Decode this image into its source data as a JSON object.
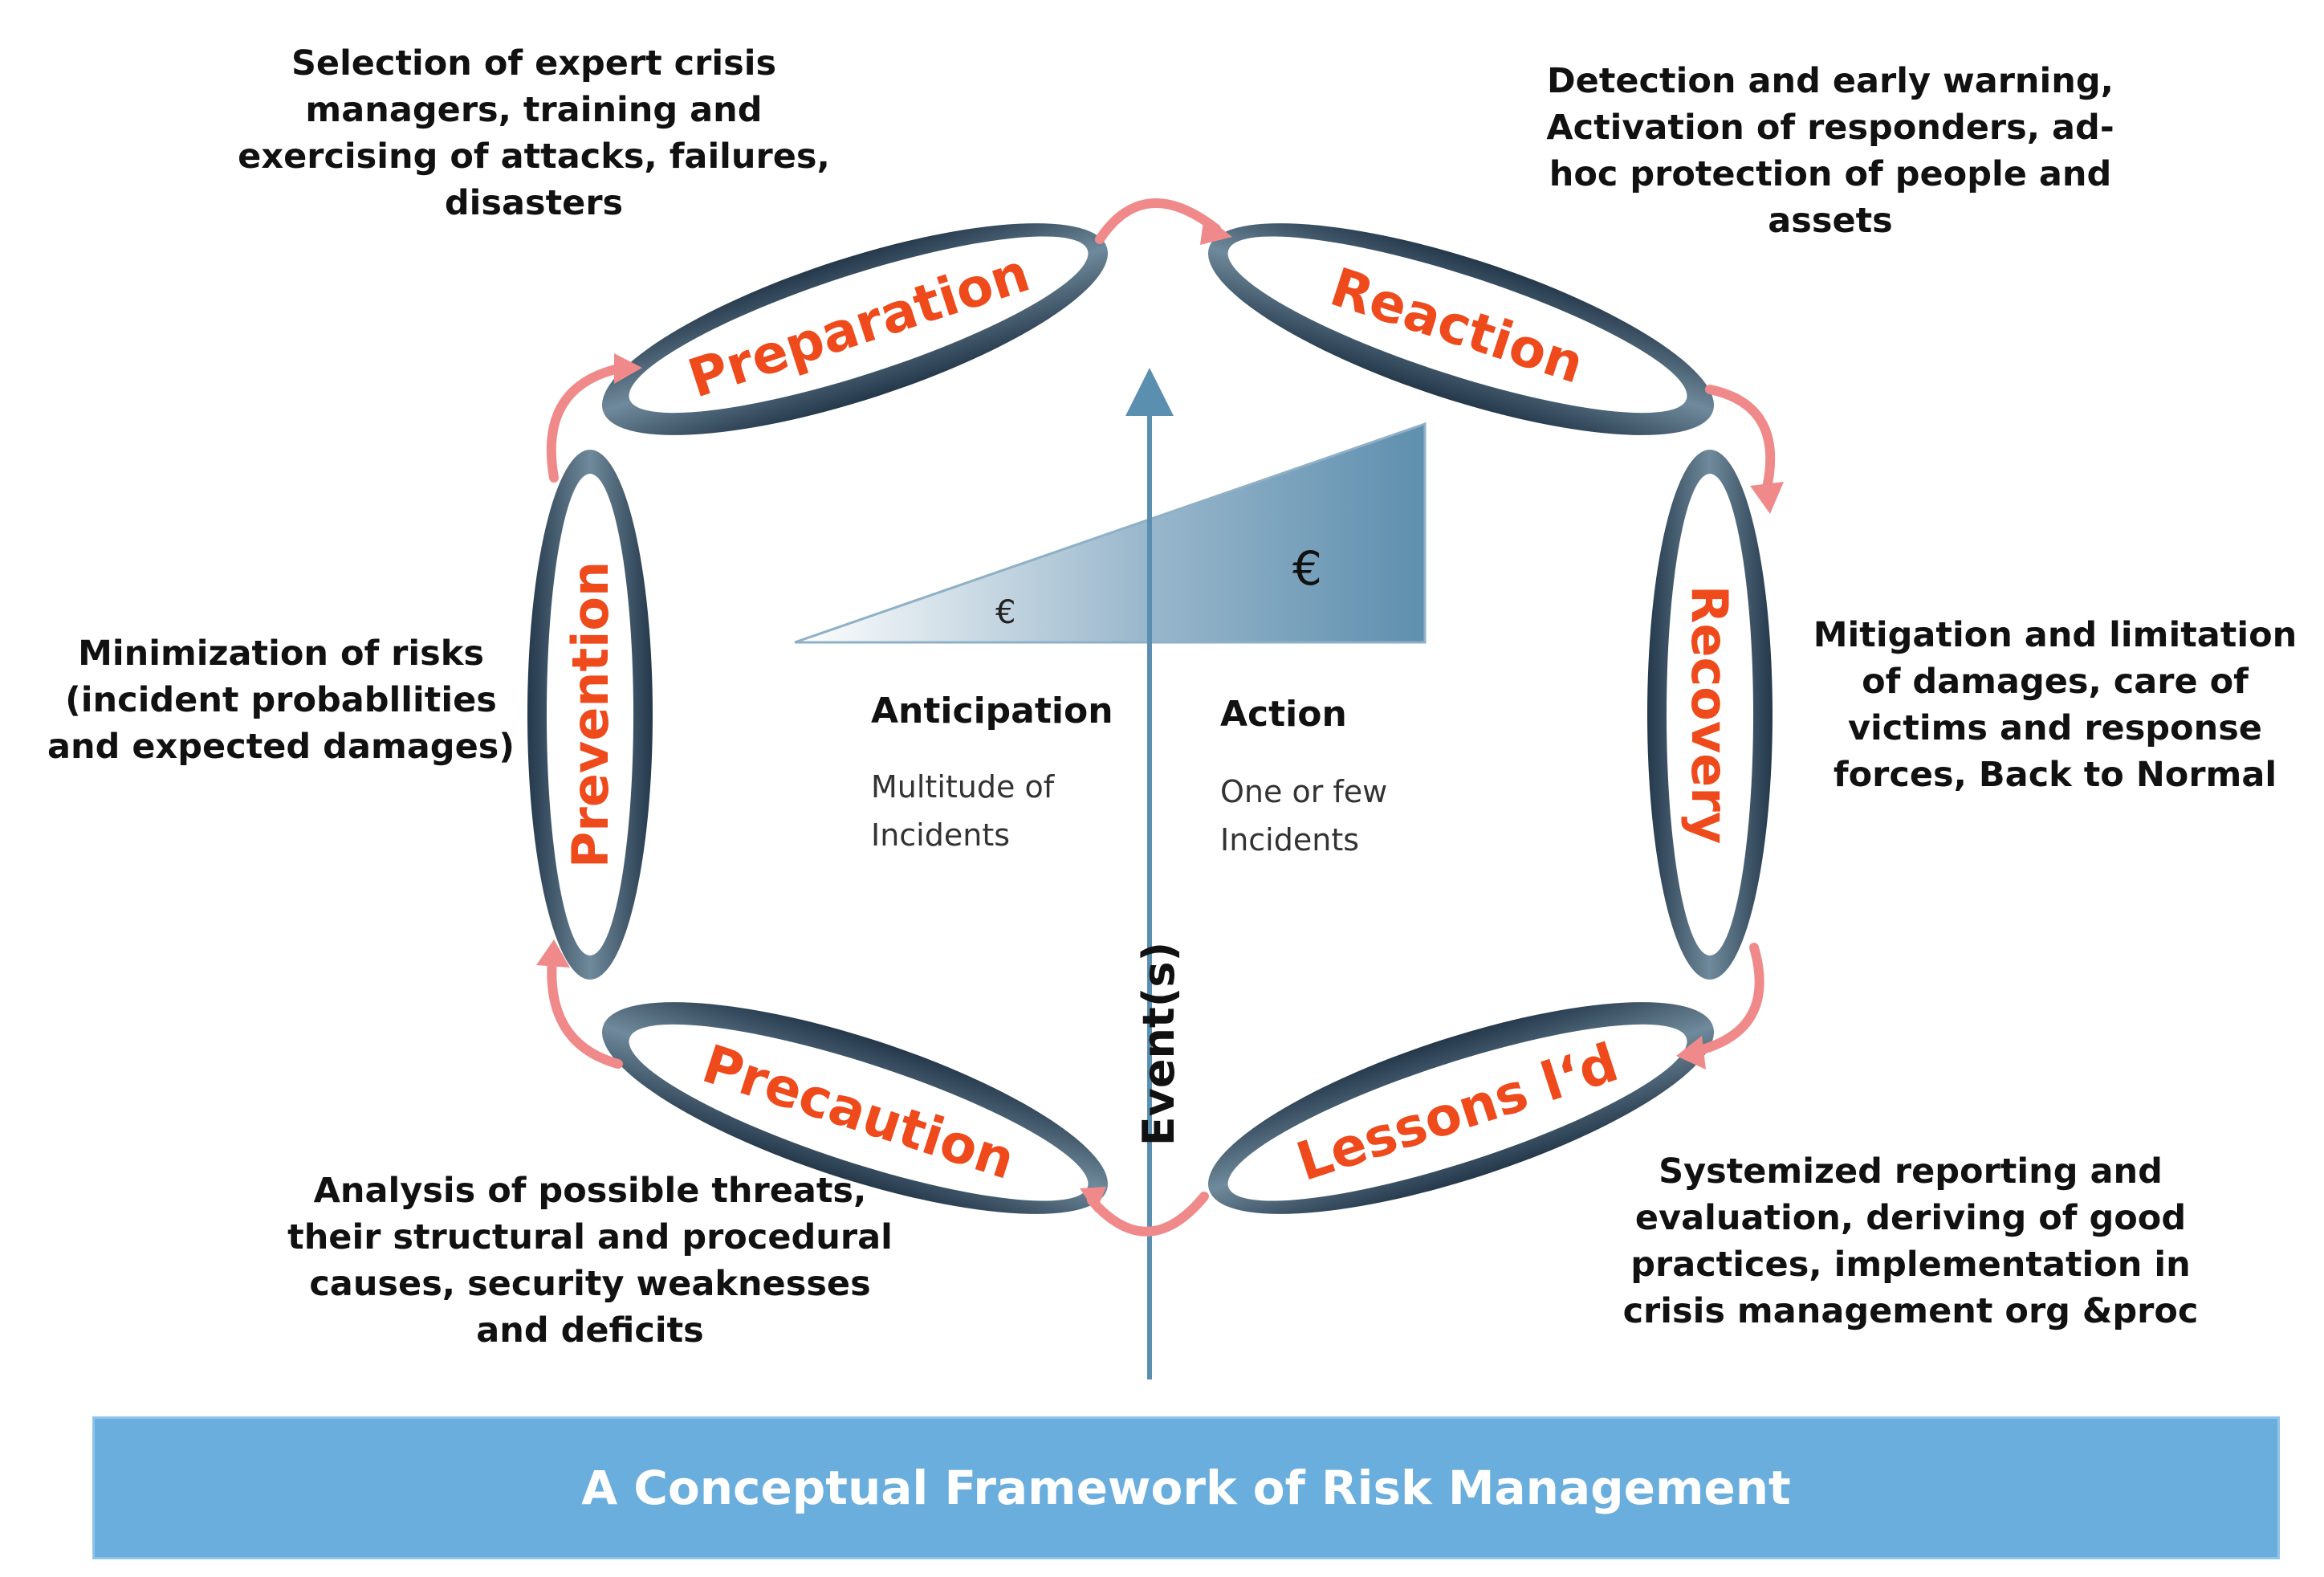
{
  "phases": {
    "preparation": "Preparation",
    "reaction": "Reaction",
    "recovery": "Recovery",
    "lessons": "Lessons l‘d",
    "precaution": "Precaution",
    "prevention": "Prevention"
  },
  "descriptions": {
    "preparation": "Selection of expert crisis\nmanagers, training and\nexercising of attacks, failures,\ndisasters",
    "reaction": "Detection and early warning,\nActivation of responders, ad-\nhoc protection of people and\nassets",
    "recovery": "Mitigation and limitation\nof damages,  care of\nvictims and response\nforces, Back to Normal",
    "lessons": "Systemized reporting and\nevaluation, deriving of good\npractices, implementation in\ncrisis management org &proc",
    "precaution": "Analysis of possible threats,\ntheir structural and procedural\ncauses,  security weaknesses\nand deficits",
    "prevention": "Minimization of risks\n(incident probabllities\nand expected damages)"
  },
  "center": {
    "anticipation_title": "Anticipation",
    "anticipation_sub": "Multitude of\nIncidents",
    "action_title": "Action",
    "action_sub": "One or few\nIncidents",
    "axis_label": "Event(s)",
    "cost_small": "€",
    "cost_large": "€"
  },
  "banner_title": "A Conceptual Framework of Risk Management",
  "colors": {
    "phase_text": "#ee4a1c",
    "ring_dark": "#3a5566",
    "arrow_pink": "#f08a8a",
    "axis": "#5b8fb0",
    "wedge": "#5e8fae",
    "banner": "#6aaedd"
  }
}
